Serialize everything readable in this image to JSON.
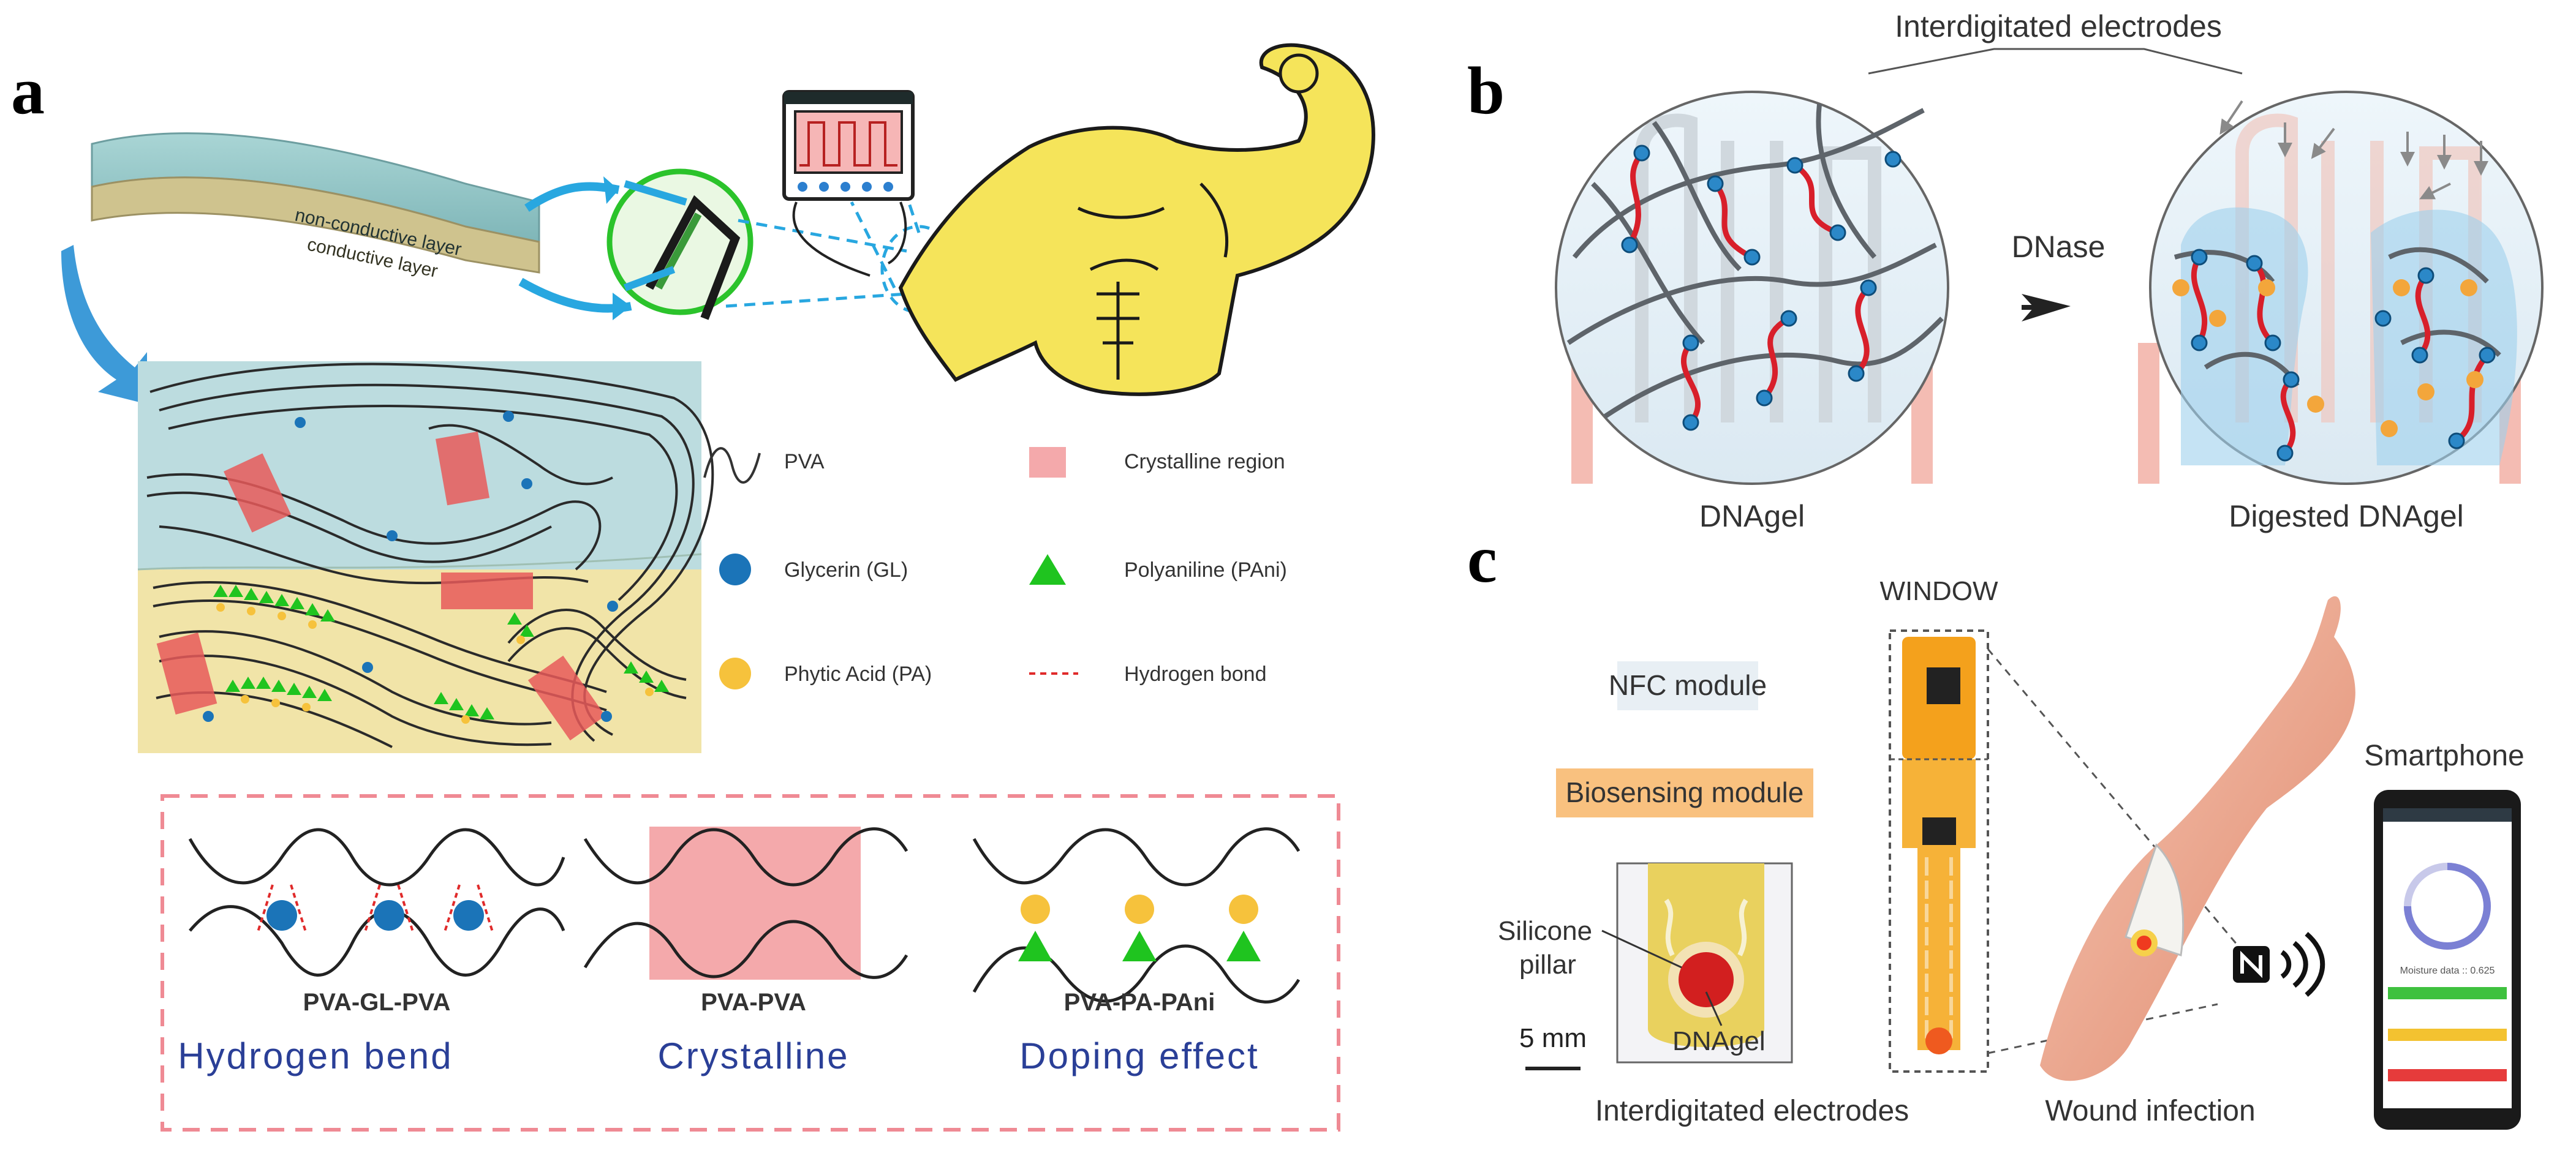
{
  "panels": {
    "a": {
      "letter": "a",
      "layer_top": "non-conductive layer",
      "layer_bottom": "conductive layer",
      "legend": {
        "pva": "PVA",
        "crystalline": "Crystalline region",
        "glycerin": "Glycerin (GL)",
        "polyaniline": "Polyaniline (PAni)",
        "phytic": "Phytic Acid (PA)",
        "hbond": "Hydrogen bond"
      },
      "mechanisms": [
        {
          "name": "PVA-GL-PVA",
          "effect": "Hydrogen bend"
        },
        {
          "name": "PVA-PVA",
          "effect": "Crystalline"
        },
        {
          "name": "PVA-PA-PAni",
          "effect": "Doping effect"
        }
      ]
    },
    "b": {
      "letter": "b",
      "title": "Interdigitated electrodes",
      "arrow_label": "DNase",
      "left_label": "DNAgel",
      "right_label": "Digested DNAgel"
    },
    "c": {
      "letter": "c",
      "window": "WINDOW",
      "nfc": "NFC module",
      "biosensing": "Biosensing module",
      "silicone": "Silicone\npillar",
      "dnagel": "DNAgel",
      "scale": "5 mm",
      "electrodes": "Interdigitated electrodes",
      "wound": "Wound infection",
      "smartphone": "Smartphone",
      "phone_text": "Moisture data :: 0.625"
    }
  },
  "colors": {
    "crystalline": "#f4a9ab",
    "glycerin": "#1b74b8",
    "polyaniline": "#1fc41f",
    "phytic": "#f6c23c",
    "hbond": "#e02b2b",
    "mechanism_text": "#2a3f97",
    "dashed_box": "#ef8a94",
    "muscle": "#f5e45a",
    "callout": "#28a7e0"
  }
}
